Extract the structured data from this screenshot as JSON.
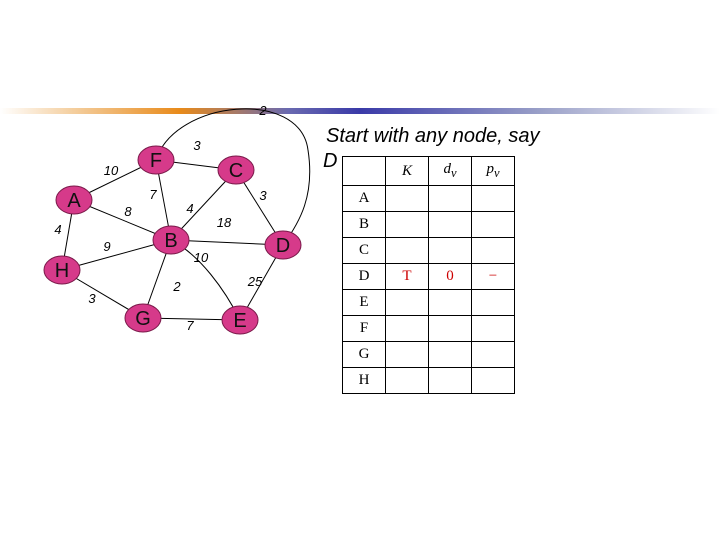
{
  "heading": {
    "line1": "Start with any node, say",
    "line2": "D"
  },
  "graph": {
    "nodes": [
      {
        "id": "A",
        "label": "A"
      },
      {
        "id": "B",
        "label": "B"
      },
      {
        "id": "C",
        "label": "C"
      },
      {
        "id": "D",
        "label": "D"
      },
      {
        "id": "E",
        "label": "E"
      },
      {
        "id": "F",
        "label": "F"
      },
      {
        "id": "G",
        "label": "G"
      },
      {
        "id": "H",
        "label": "H"
      }
    ],
    "edges": [
      {
        "from": "F",
        "to": "C",
        "weight": "3"
      },
      {
        "from": "A",
        "to": "F",
        "weight": "10"
      },
      {
        "from": "A",
        "to": "B",
        "weight": "8"
      },
      {
        "from": "F",
        "to": "B",
        "weight": "7"
      },
      {
        "from": "C",
        "to": "B",
        "weight": "4"
      },
      {
        "from": "C",
        "to": "D",
        "weight": "3"
      },
      {
        "from": "B",
        "to": "D",
        "weight": "18"
      },
      {
        "from": "A",
        "to": "H",
        "weight": "4"
      },
      {
        "from": "H",
        "to": "B",
        "weight": "9"
      },
      {
        "from": "B",
        "to": "E",
        "weight": "10"
      },
      {
        "from": "B",
        "to": "G",
        "weight": "2"
      },
      {
        "from": "H",
        "to": "G",
        "weight": "3"
      },
      {
        "from": "G",
        "to": "E",
        "weight": "7"
      },
      {
        "from": "E",
        "to": "D",
        "weight": "25"
      },
      {
        "from": "F",
        "to": "D",
        "weight": "2"
      }
    ],
    "node_color": "#d63a8a"
  },
  "table": {
    "headers": {
      "k": "K",
      "dv": "d",
      "dv_sub": "v",
      "pv": "p",
      "pv_sub": "v"
    },
    "rows": [
      {
        "vertex": "A",
        "k": "",
        "dv": "",
        "pv": ""
      },
      {
        "vertex": "B",
        "k": "",
        "dv": "",
        "pv": ""
      },
      {
        "vertex": "C",
        "k": "",
        "dv": "",
        "pv": ""
      },
      {
        "vertex": "D",
        "k": "T",
        "dv": "0",
        "pv": "−"
      },
      {
        "vertex": "E",
        "k": "",
        "dv": "",
        "pv": ""
      },
      {
        "vertex": "F",
        "k": "",
        "dv": "",
        "pv": ""
      },
      {
        "vertex": "G",
        "k": "",
        "dv": "",
        "pv": ""
      },
      {
        "vertex": "H",
        "k": "",
        "dv": "",
        "pv": ""
      }
    ]
  }
}
